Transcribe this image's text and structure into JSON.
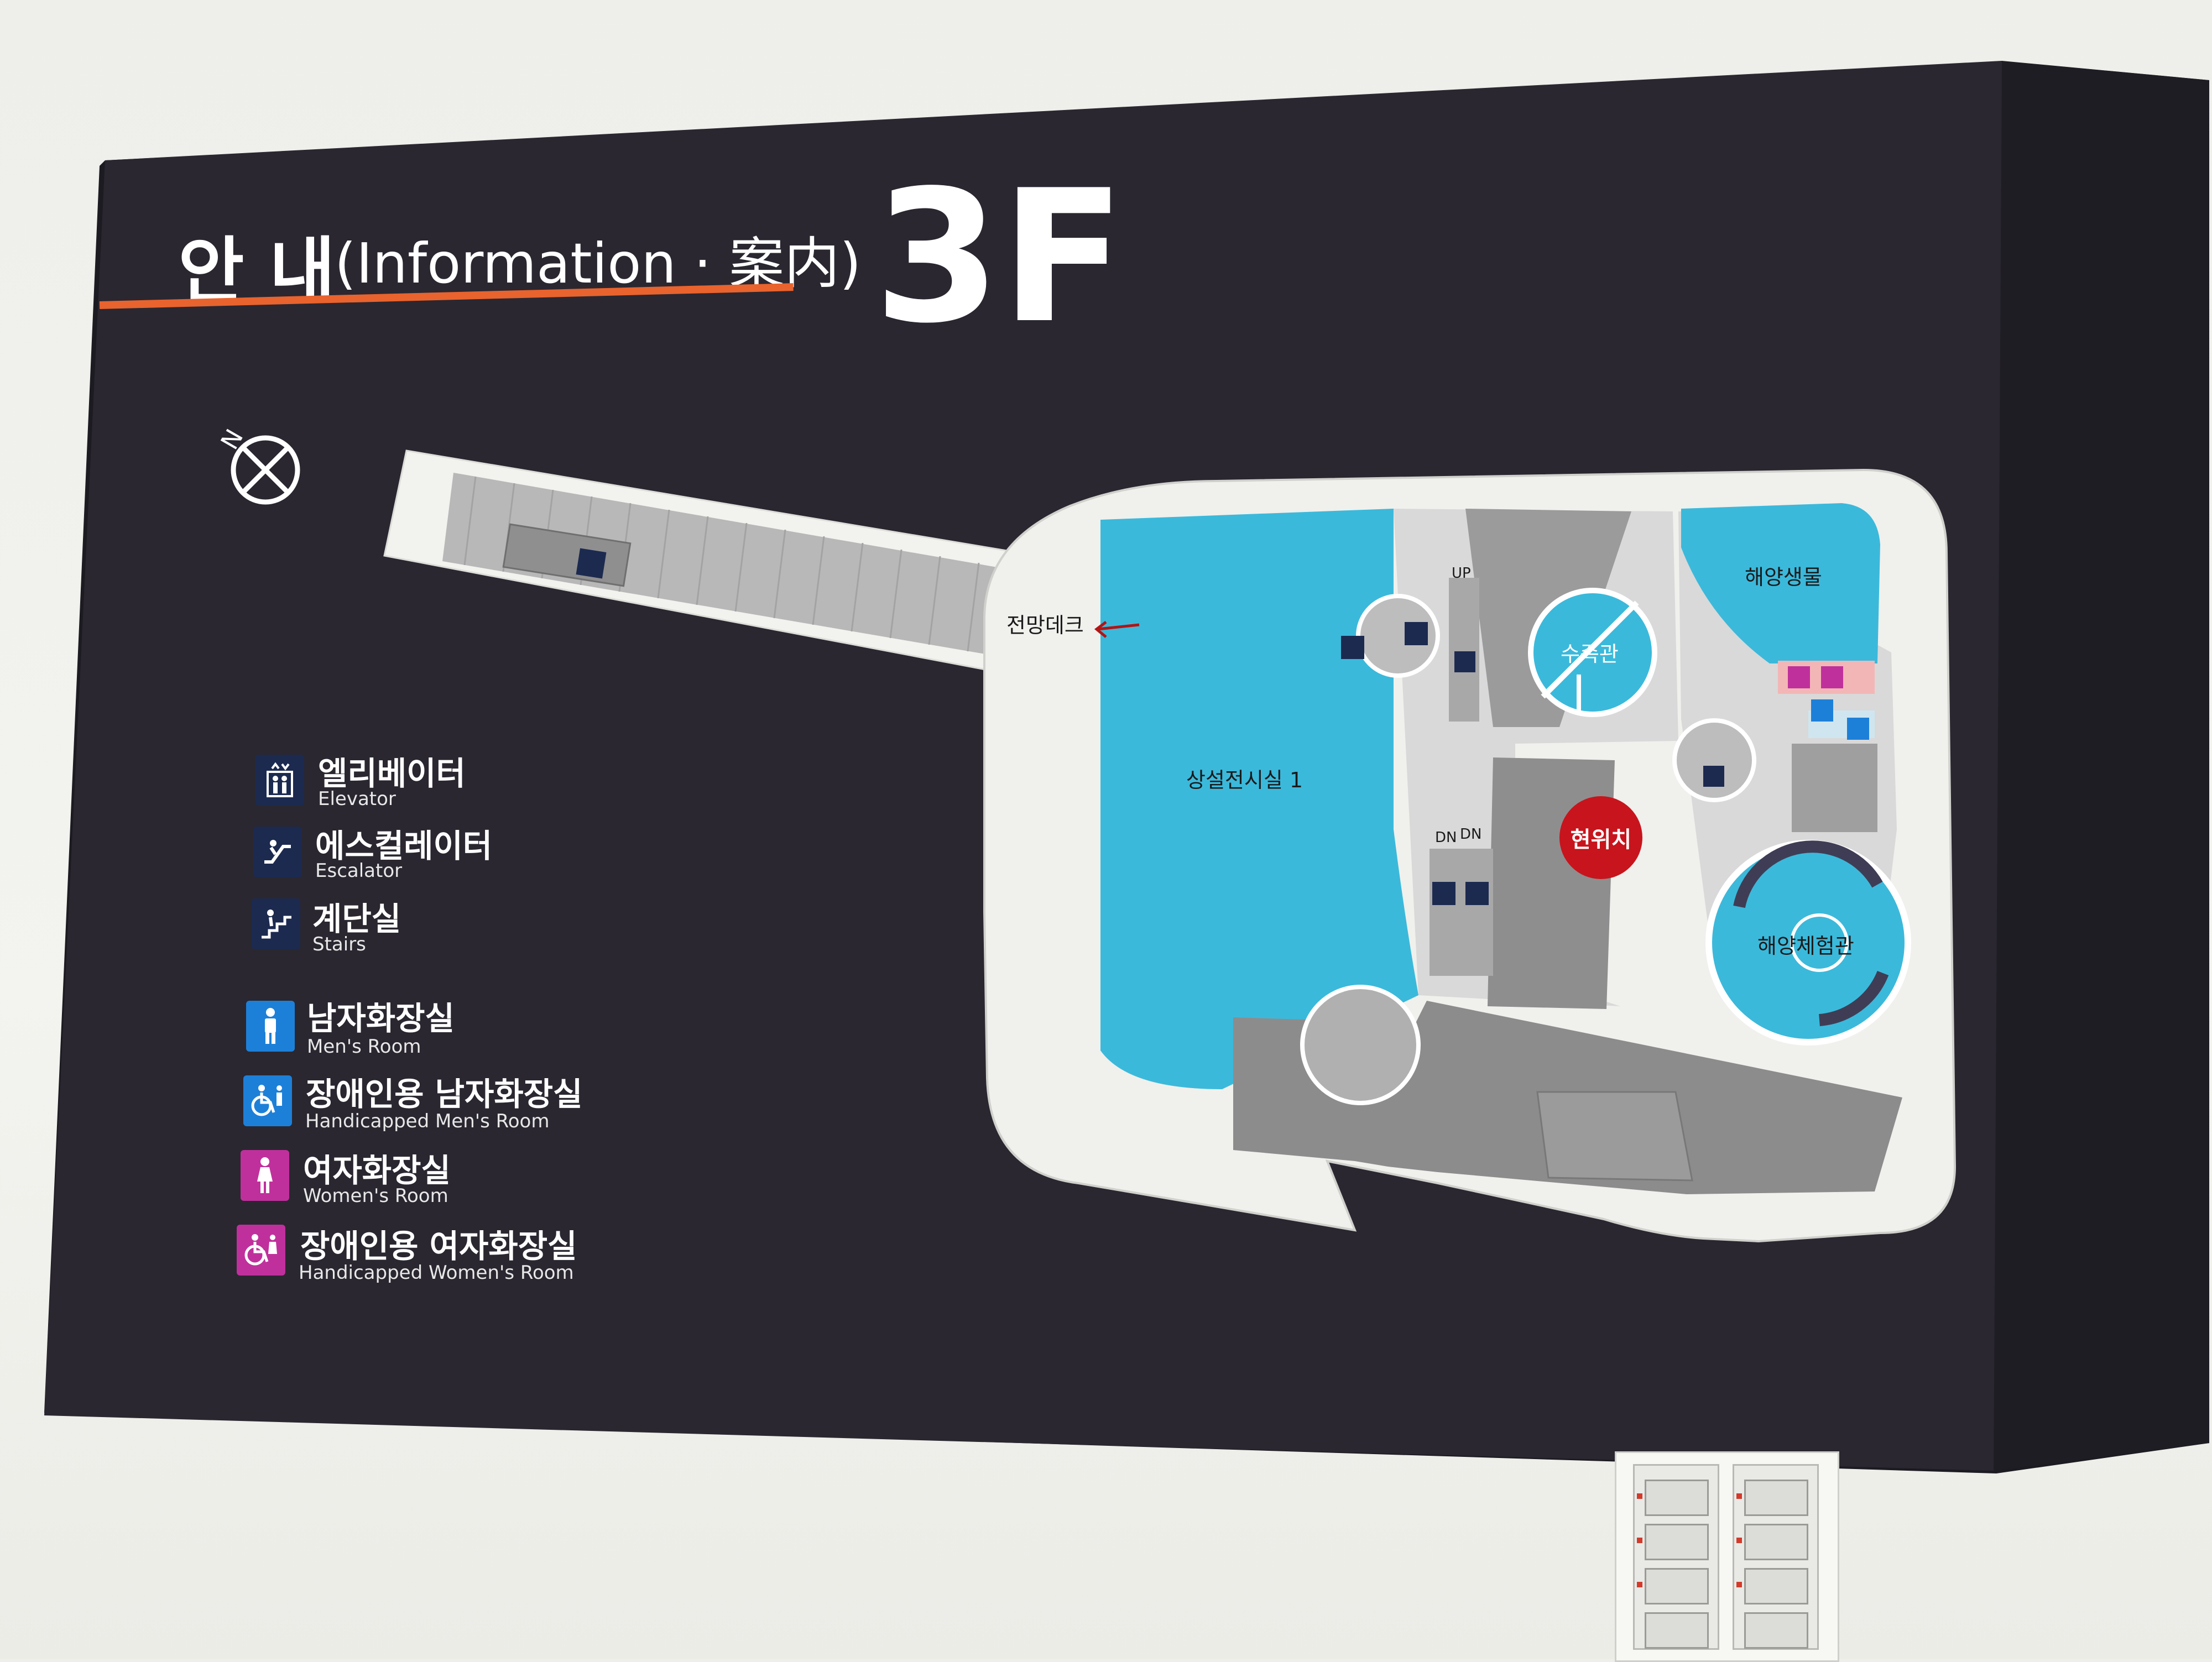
{
  "sign": {
    "title_ko": "안 내",
    "title_en": "(Information · 案内)",
    "floor": "3F"
  },
  "legend": [
    {
      "ko": "엘리베이터",
      "en": "Elevator",
      "icon": "elevator-icon",
      "color": "#1c2a50"
    },
    {
      "ko": "에스컬레이터",
      "en": "Escalator",
      "icon": "escalator-icon",
      "color": "#1c2a50"
    },
    {
      "ko": "계단실",
      "en": "Stairs",
      "icon": "stairs-icon",
      "color": "#1c2a50"
    },
    {
      "ko": "남자화장실",
      "en": "Men's Room",
      "icon": "mens-room-icon",
      "color": "#1d80d8"
    },
    {
      "ko": "장애인용 남자화장실",
      "en": "Handicapped Men's Room",
      "icon": "handicapped-mens-room-icon",
      "color": "#1d80d8"
    },
    {
      "ko": "여자화장실",
      "en": "Women's Room",
      "icon": "womens-room-icon",
      "color": "#c0309c"
    },
    {
      "ko": "장애인용 여자화장실",
      "en": "Handicapped Women's Room",
      "icon": "handicapped-womens-room-icon",
      "color": "#c0309c"
    }
  ],
  "map": {
    "observation_deck": "전망데크",
    "exhibit_hall": "상설전시실 1",
    "aquarium": "수족관",
    "marine_life": "해양생물",
    "marine_experience": "해양체험관",
    "current_location": "현위치",
    "up": "UP",
    "dn_1": "DN",
    "dn_2": "DN"
  },
  "colors": {
    "board": "#2a2730",
    "exhibit_blue": "#3bb9db",
    "accent_orange": "#e8632e",
    "here_red": "#c8141c"
  }
}
